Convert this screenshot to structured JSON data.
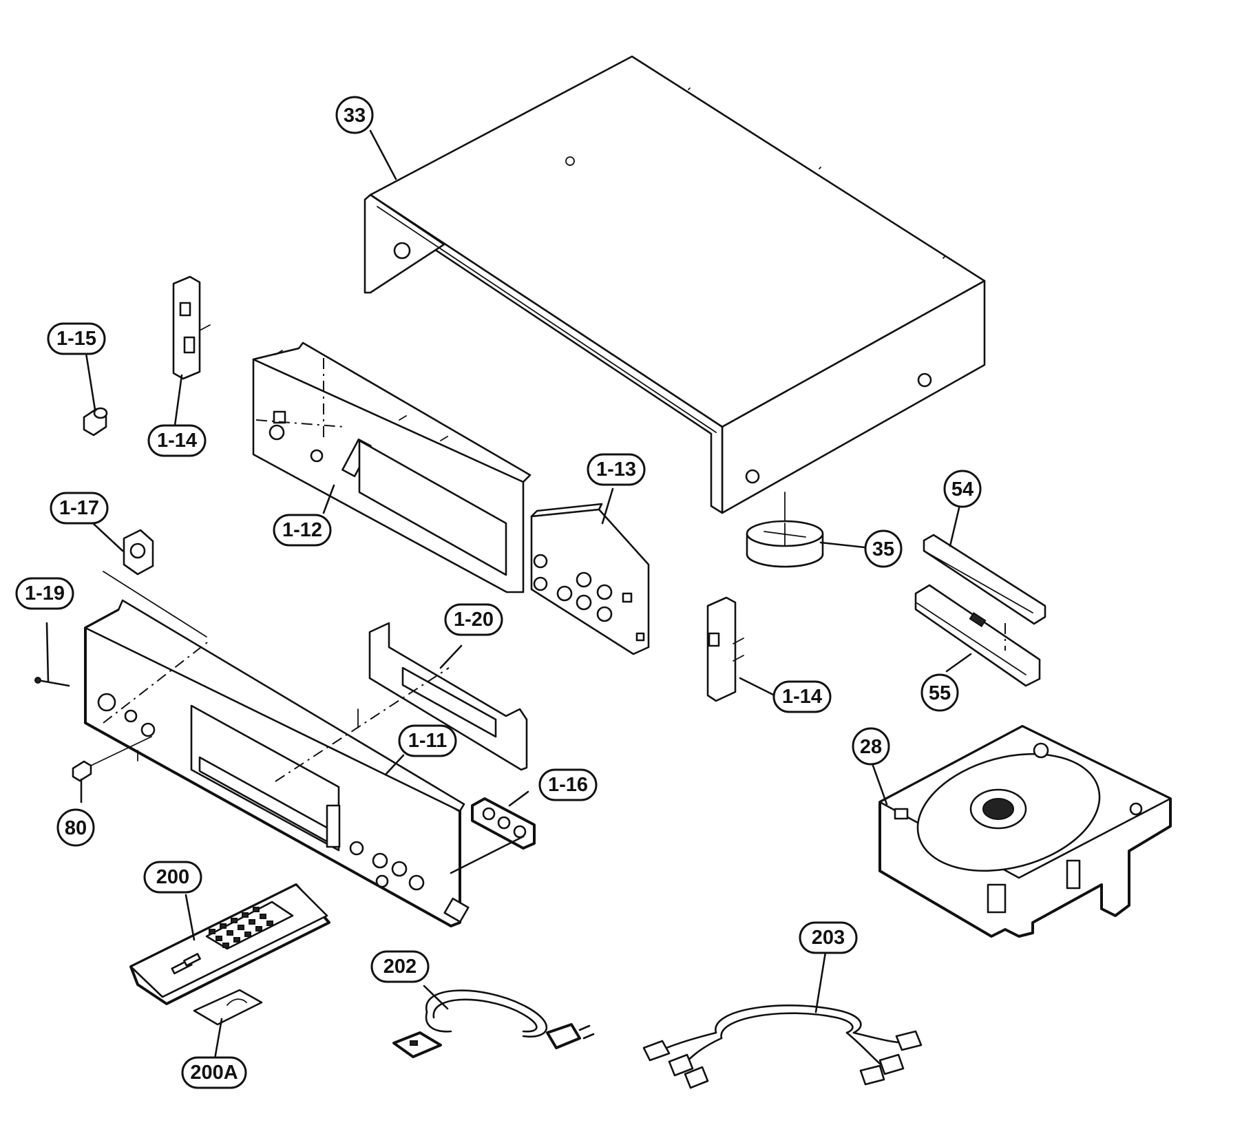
{
  "callouts": [
    {
      "id": "33",
      "label": "33"
    },
    {
      "id": "1-15",
      "label": "1-15"
    },
    {
      "id": "1-14a",
      "label": "1-14"
    },
    {
      "id": "1-13",
      "label": "1-13"
    },
    {
      "id": "1-12",
      "label": "1-12"
    },
    {
      "id": "1-17",
      "label": "1-17"
    },
    {
      "id": "35",
      "label": "35"
    },
    {
      "id": "54",
      "label": "54"
    },
    {
      "id": "1-19",
      "label": "1-19"
    },
    {
      "id": "1-20",
      "label": "1-20"
    },
    {
      "id": "1-14b",
      "label": "1-14"
    },
    {
      "id": "55",
      "label": "55"
    },
    {
      "id": "1-11",
      "label": "1-11"
    },
    {
      "id": "28",
      "label": "28"
    },
    {
      "id": "1-16",
      "label": "1-16"
    },
    {
      "id": "80",
      "label": "80"
    },
    {
      "id": "200",
      "label": "200"
    },
    {
      "id": "203",
      "label": "203"
    },
    {
      "id": "202",
      "label": "202"
    },
    {
      "id": "200A",
      "label": "200A"
    }
  ]
}
